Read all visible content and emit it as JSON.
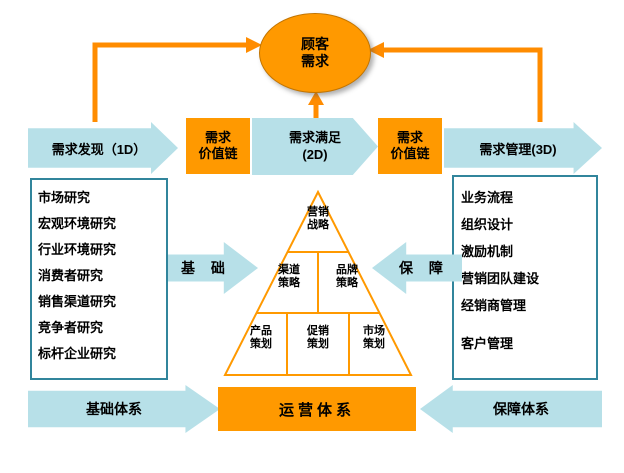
{
  "colors": {
    "orange": "#FF9900",
    "connector_orange": "#FF8C00",
    "light_blue": "#B7E0E8",
    "box_border_teal": "#31859C",
    "text": "#000000"
  },
  "ellipse": {
    "line1": "顾客",
    "line2": "需求"
  },
  "flow": {
    "discovery_label": "需求发现（1D）",
    "value_chain1": {
      "line1": "需求",
      "line2": "价值链"
    },
    "satisfaction": {
      "line1": "需求满足",
      "line2": "(2D)"
    },
    "value_chain2": {
      "line1": "需求",
      "line2": "价值链"
    },
    "management_label": "需求管理(3D)"
  },
  "left_box": {
    "items": [
      "市场研究",
      "宏观环境研究",
      "行业环境研究",
      "消费者研究",
      "销售渠道研究",
      "竞争者研究",
      "标杆企业研究"
    ]
  },
  "right_box": {
    "items": [
      "业务流程",
      "组织设计",
      "激励机制",
      "营销团队建设",
      "经销商管理",
      "客户管理"
    ]
  },
  "middle": {
    "foundation_label": "基 础",
    "guarantee_label": "保 障"
  },
  "pyramid": {
    "top": {
      "line1": "营销",
      "line2": "战略"
    },
    "mid1": {
      "line1": "渠道",
      "line2": "策略"
    },
    "mid2": {
      "line1": "品牌",
      "line2": "策略"
    },
    "bot1": {
      "line1": "产品",
      "line2": "策划"
    },
    "bot2": {
      "line1": "促销",
      "line2": "策划"
    },
    "bot3": {
      "line1": "市场",
      "line2": "策划"
    }
  },
  "bottom": {
    "foundation_system": "基础体系",
    "operation_system": "运营体系",
    "guarantee_system": "保障体系"
  }
}
